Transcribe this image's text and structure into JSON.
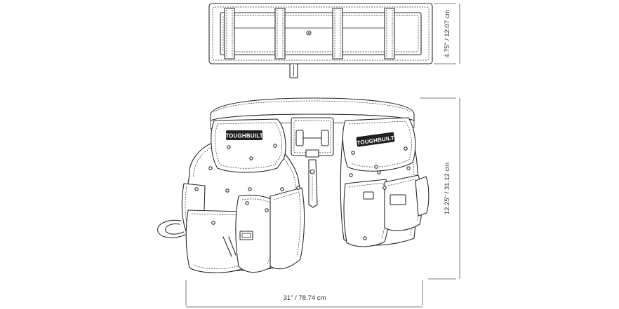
{
  "dimensions": {
    "belt_height": "4.75\" / 12.07 cm",
    "rig_height": "12.25\" / 31.12 cm",
    "rig_width": "31\" / 78.74 cm"
  },
  "brand": {
    "left_pouch_logo": "TOUGHBUILT",
    "right_pouch_logo": "TOUGHBUILT"
  }
}
